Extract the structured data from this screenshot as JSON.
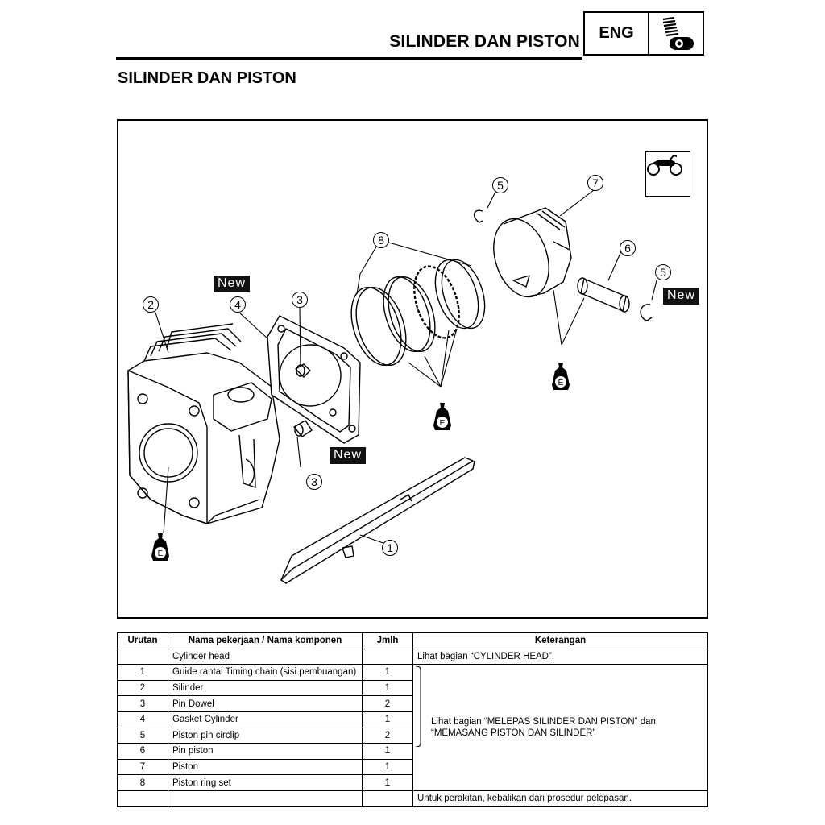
{
  "header": {
    "chapter_title": "SILINDER DAN PISTON",
    "tag": "ENG"
  },
  "section_title": "SILINDER DAN PISTON",
  "diagram": {
    "callouts": [
      "1",
      "2",
      "3",
      "3",
      "4",
      "5",
      "5",
      "6",
      "7",
      "8"
    ],
    "new_label": "New",
    "oil_mark": "E"
  },
  "table": {
    "headers": [
      "Urutan",
      "Nama pekerjaan / Nama komponen",
      "Jmlh",
      "Keterangan"
    ],
    "first_row": {
      "order": "",
      "name": "Cylinder head",
      "qty": "",
      "note": "Lihat bagian “CYLINDER HEAD”."
    },
    "rows": [
      {
        "order": "1",
        "name": "Guide rantai Timing chain (sisi pembuangan)",
        "qty": "1"
      },
      {
        "order": "2",
        "name": "Silinder",
        "qty": "1"
      },
      {
        "order": "3",
        "name": "Pin Dowel",
        "qty": "2"
      },
      {
        "order": "4",
        "name": "Gasket Cylinder",
        "qty": "1"
      },
      {
        "order": "5",
        "name": "Piston pin circlip",
        "qty": "2"
      },
      {
        "order": "6",
        "name": "Pin piston",
        "qty": "1"
      },
      {
        "order": "7",
        "name": "Piston",
        "qty": "1"
      },
      {
        "order": "8",
        "name": "Piston ring set",
        "qty": "1"
      }
    ],
    "merged_note": "Lihat bagian “MELEPAS SILINDER DAN PISTON” dan “MEMASANG PISTON DAN SILINDER”",
    "footer_note": "Untuk perakitan, kebalikan dari prosedur pelepasan."
  },
  "icons": [
    "engine-icon",
    "motorcycle-icon",
    "oil-can-icon"
  ]
}
